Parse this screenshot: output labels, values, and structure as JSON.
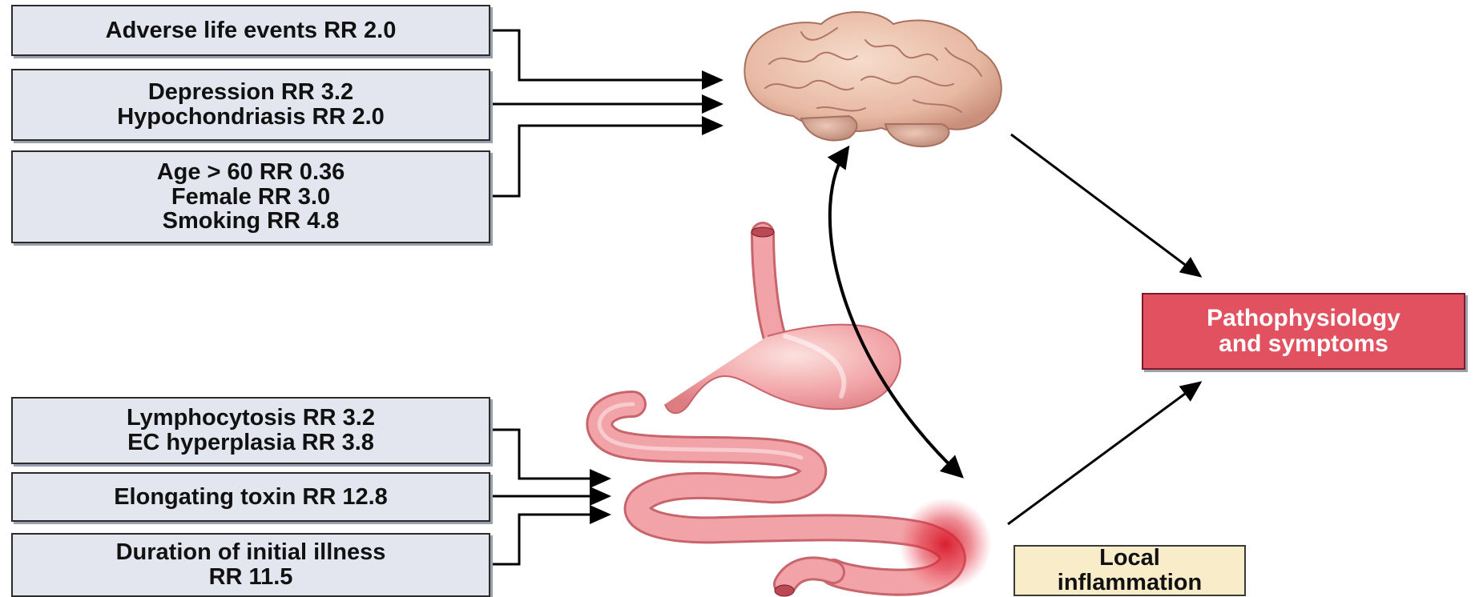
{
  "boxes": {
    "adverse": {
      "lines": [
        "Adverse life events  RR 2.0"
      ]
    },
    "psych": {
      "lines": [
        "Depression  RR 3.2",
        "Hypochondriasis  RR 2.0"
      ]
    },
    "demo": {
      "lines": [
        "Age > 60  RR 0.36",
        "Female  RR 3.0",
        "Smoking  RR 4.8"
      ]
    },
    "histo": {
      "lines": [
        "Lymphocytosis  RR 3.2",
        "EC hyperplasia  RR 3.8"
      ]
    },
    "toxin": {
      "lines": [
        "Elongating toxin  RR 12.8"
      ]
    },
    "duration": {
      "lines": [
        "Duration of initial illness",
        "RR 11.5"
      ]
    }
  },
  "outcome": {
    "lines": [
      "Pathophysiology",
      "and symptoms"
    ]
  },
  "local": {
    "lines": [
      "Local",
      "inflammation"
    ]
  },
  "illustrations": {
    "brain": "brain-illustration",
    "gut": "gastrointestinal-tract-illustration"
  },
  "colors": {
    "box_fill": "#e3e6ef",
    "outcome_fill": "#e2515f",
    "local_fill": "#f8ecc9",
    "gut_pink": "#f2a3a7",
    "inflammation_red": "#d8182a"
  }
}
